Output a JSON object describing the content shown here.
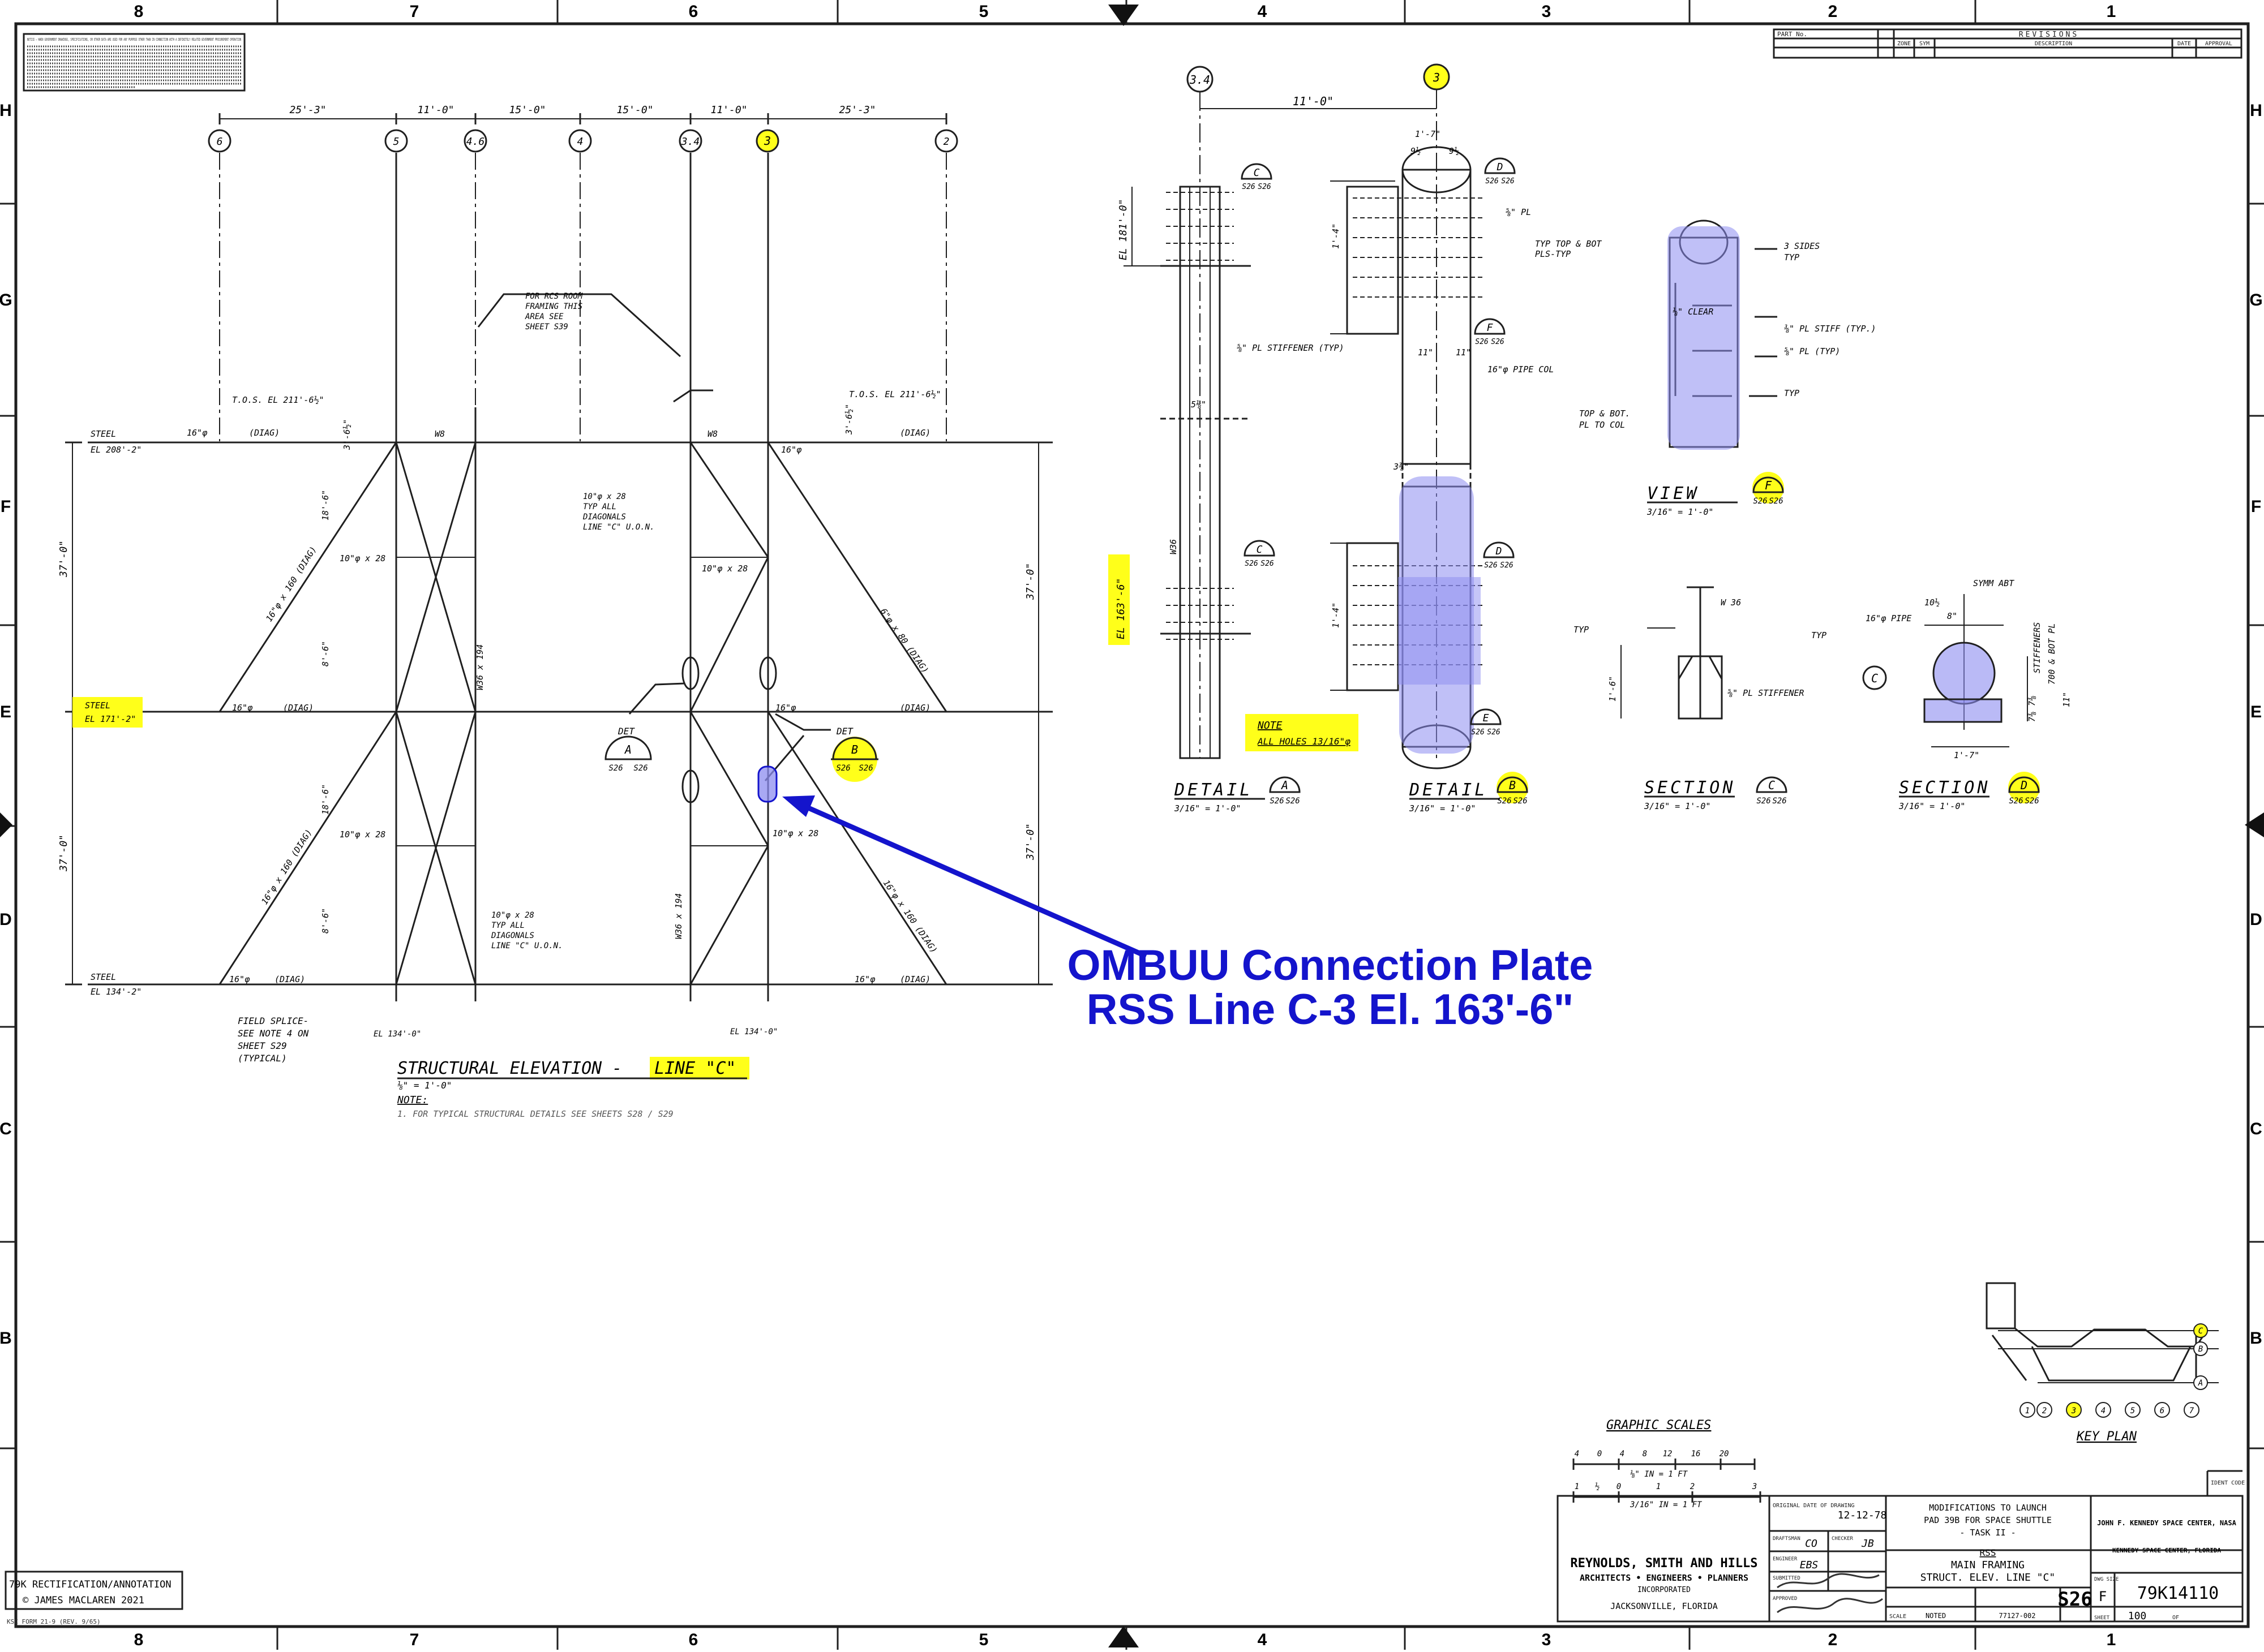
{
  "colors": {
    "line": "#1f1f1f",
    "highlight": "#ffff1a",
    "annotation": "#1414cc",
    "plate_fill": "#8c8cf0",
    "paper": "#ffffff"
  },
  "zones": {
    "columns": [
      "8",
      "7",
      "6",
      "5",
      "4",
      "3",
      "2",
      "1"
    ],
    "rows": [
      "H",
      "G",
      "F",
      "E",
      "D",
      "C",
      "B"
    ]
  },
  "notice_text": "NOTICE — WHEN GOVERNMENT DRAWINGS, SPECIFICATIONS, OR OTHER DATA ARE USED FOR ANY PURPOSE OTHER THAN IN CONNECTION WITH A DEFINITELY RELATED GOVERNMENT PROCUREMENT OPERATION",
  "revisions": {
    "part_no_label": "PART No.",
    "title": "REVISIONS",
    "headers": [
      "ZONE",
      "SYM",
      "DESCRIPTION",
      "DATE",
      "APPROVAL"
    ]
  },
  "elevation": {
    "grid_labels": [
      "6",
      "5",
      "4.6",
      "4",
      "3.4",
      "3",
      "2"
    ],
    "top_dims": [
      "25'-3\"",
      "11'-0\"",
      "15'-0\"",
      "15'-0\"",
      "11'-0\"",
      "25'-3\""
    ],
    "levels": {
      "top": [
        "STEEL",
        "EL 208'-2\""
      ],
      "mid": [
        "STEEL",
        "EL 171'-2\""
      ],
      "bottom": [
        "STEEL",
        "EL 134'-2\""
      ]
    },
    "tos_left": "T.O.S. EL 211'-6½\"",
    "tos_right": "T.O.S. EL 211'-6½\"",
    "height_dims": [
      "37'-0\"",
      "37'-0\"",
      "37'-0\"",
      "37'-0\""
    ],
    "rcs_note": [
      "FOR RCS ROOM",
      "FRAMING THIS",
      "AREA SEE",
      "SHEET S39"
    ],
    "notes": {
      "typ_diag_upper": [
        "10\"φ x 28",
        "TYP ALL",
        "DIAGONALS",
        "LINE \"C\" U.O.N."
      ],
      "typ_diag_lower": [
        "10\"φ x 28",
        "TYP ALL",
        "DIAGONALS",
        "LINE \"C\" U.O.N."
      ],
      "field_splice": [
        "FIELD SPLICE-",
        "SEE NOTE 4 ON",
        "SHEET S29",
        "(TYPICAL)"
      ],
      "el_134_left": "EL 134'-0\"",
      "el_134_right": "EL 134'-0\""
    },
    "member_labels": [
      "16\"φ",
      "(DIAG)",
      "16\"φ",
      "(DIAG)",
      "16\"φ",
      "(DIAG)",
      "16\"φ",
      "(DIAG)",
      "16\"φ",
      "(DIAG)",
      "16\"φ",
      "(DIAG)",
      "W8",
      "W8",
      "10\"φ x 28",
      "10\"φ x 28",
      "10\"φ x 28",
      "10\"φ x 28",
      "W36 x 194",
      "W36 x 194",
      "16\"φ x 160 (DIAG)",
      "16\"φ x 160 (DIAG)",
      "6\"φ x 80 (DIAG)",
      "16\"φ x 160 (DIAG)",
      "18'-6\"",
      "18'-6\"",
      "8'-6\"",
      "8'-6\"",
      "3'-6½\"",
      "3'-6½\""
    ],
    "det_a": {
      "word": "DET",
      "letter": "A",
      "ref": "S26",
      "sheet": "S26"
    },
    "det_b": {
      "word": "DET",
      "letter": "B",
      "ref": "S26",
      "sheet": "S26"
    },
    "title": "STRUCTURAL ELEVATION - ",
    "title_hl": "LINE \"C\"",
    "scale": "⅛\" = 1'-0\"",
    "note_label": "NOTE:",
    "note_text": "1. FOR TYPICAL STRUCTURAL DETAILS SEE SHEETS S28 / S29"
  },
  "details": {
    "top_grid": [
      "3.4",
      "3"
    ],
    "top_dim": "11'-0\"",
    "el_upper": "EL 181'-0\"",
    "el_lower": "EL 163'-6\"",
    "col_dims": [
      "1'-7\"",
      "9½",
      "9½",
      "11\"",
      "11\""
    ],
    "callouts": {
      "c_top": {
        "letter": "C",
        "sheet": "S26",
        "ref": "S26"
      },
      "d_top": {
        "letter": "D",
        "sheet": "S26",
        "ref": "S26"
      },
      "f_mid": {
        "letter": "F",
        "sheet": "S26",
        "ref": "S26"
      },
      "c_low": {
        "letter": "C",
        "sheet": "S26",
        "ref": "S26"
      },
      "d_low": {
        "letter": "D",
        "sheet": "S26",
        "ref": "S26"
      },
      "e_low": {
        "letter": "E",
        "sheet": "S26",
        "ref": "S26"
      }
    },
    "labels": [
      "⅝\" PL",
      "⅝\" PL STIFFENER (TYP)",
      "16\"φ PIPE COL",
      "W36",
      "5⅛\"",
      "3⅜\"",
      "1'-4\"",
      "1'-4\""
    ],
    "note_box": [
      "NOTE",
      "ALL HOLES 13/16\"φ"
    ],
    "view_f": {
      "word": "VIEW",
      "letter": "F",
      "scale": "3/16\" = 1'-0\"",
      "sheet": "S26",
      "ref": "S26"
    },
    "view_f_labels": [
      "TYP TOP & BOT",
      "PLS-TYP",
      "3 SIDES",
      "TYP",
      "⅛\" CLEAR",
      "⅜\" PL STIFF (TYP.)",
      "⅝\" PL (TYP)",
      "TYP",
      "TOP & BOT.",
      "PL TO COL"
    ],
    "detail_a": {
      "word": "DETAIL",
      "letter": "A",
      "scale": "3/16\" = 1'-0\"",
      "sheet": "S26",
      "ref": "S26"
    },
    "detail_b": {
      "word": "DETAIL",
      "letter": "B",
      "scale": "3/16\" = 1'-0\"",
      "sheet": "S26",
      "ref": "S26"
    },
    "section_c": {
      "word": "SECTION",
      "letter": "C",
      "scale": "3/16\" = 1'-0\"",
      "sheet": "S26",
      "ref": "S26"
    },
    "section_d": {
      "word": "SECTION",
      "letter": "D",
      "scale": "3/16\" = 1'-0\"",
      "sheet": "S26",
      "ref": "S26"
    },
    "section_c_labels": [
      "TYP",
      "W 36",
      "⅝\" PL STIFFENER",
      "1'-6\""
    ],
    "section_d_labels": [
      "TYP",
      "16\"φ PIPE",
      "8\"",
      "10½",
      "SYMM ABT",
      "STIFFENERS",
      "700 & BOT PL",
      "1'-7\"",
      "11\"",
      "7⅜",
      "7⅜"
    ],
    "circle_c": "C"
  },
  "annotation": {
    "line1": "OMBUU Connection Plate",
    "line2": "RSS Line C-3 El. 163'-6\""
  },
  "graphic_scales": {
    "title": "GRAPHIC SCALES",
    "scale1_ticks": [
      "4",
      "0",
      "4",
      "8",
      "12",
      "16",
      "20"
    ],
    "scale1_label": "⅛\" IN = 1 FT",
    "scale2_ticks": [
      "1",
      "½",
      "0",
      "1",
      "2",
      "3"
    ],
    "scale2_label": "3/16\" IN = 1 FT"
  },
  "key_plan": {
    "title": "KEY PLAN",
    "row_labels": [
      "C",
      "B",
      "A"
    ],
    "col_labels": [
      "1",
      "2",
      "3",
      "4",
      "5",
      "6",
      "7"
    ]
  },
  "title_block": {
    "firm": "REYNOLDS, SMITH AND HILLS",
    "firm_sub": "ARCHITECTS • ENGINEERS • PLANNERS",
    "firm_inc": "INCORPORATED",
    "firm_city": "JACKSONVILLE, FLORIDA",
    "orig_date_label": "ORIGINAL DATE OF DRAWING",
    "orig_date": "12-12-78",
    "drafted_label": "DRAFTSMAN",
    "drafted": "CO",
    "checker_label": "CHECKER",
    "checked": "JB",
    "engineer_label": "ENGINEER",
    "engineer": "EBS",
    "submitted_label": "SUBMITTED",
    "approved_label": "APPROVED",
    "project_lines": [
      "MODIFICATIONS TO LAUNCH",
      "PAD 39B FOR SPACE SHUTTLE",
      "- TASK II -"
    ],
    "drawing_lines": [
      "RSS",
      "MAIN FRAMING",
      "STRUCT. ELEV. LINE \"C\""
    ],
    "center": "JOHN F. KENNEDY SPACE CENTER, NASA",
    "center_sub": "KENNEDY SPACE CENTER, FLORIDA",
    "dwg_size_label": "DWG SIZE",
    "dwg_size": "F",
    "dwg_no": "79K14110",
    "sheet_code": "S26",
    "scale_label": "SCALE",
    "scale_val": "NOTED",
    "job_no": "77127-002",
    "sheet_label": "SHEET",
    "sheet_no": "100",
    "sheet_of": "OF",
    "ident_code": "IDENT CODE"
  },
  "credit": {
    "line1": "79K RECTIFICATION/ANNOTATION",
    "line2": "© JAMES MACLAREN 2021"
  },
  "form_no": "KSC FORM 21-9 (REV. 9/65)"
}
